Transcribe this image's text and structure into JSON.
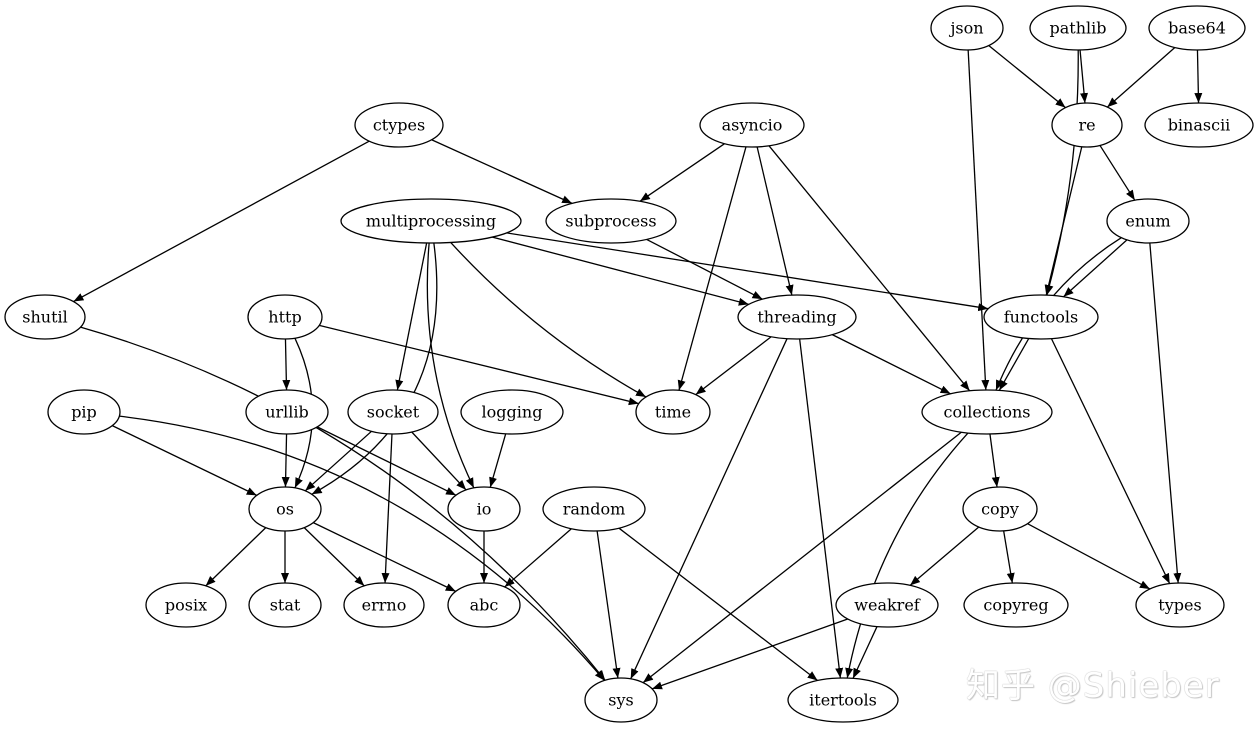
{
  "diagram": {
    "nodes": [
      {
        "id": "json",
        "label": "json"
      },
      {
        "id": "pathlib",
        "label": "pathlib"
      },
      {
        "id": "base64",
        "label": "base64"
      },
      {
        "id": "ctypes",
        "label": "ctypes"
      },
      {
        "id": "asyncio",
        "label": "asyncio"
      },
      {
        "id": "re",
        "label": "re"
      },
      {
        "id": "binascii",
        "label": "binascii"
      },
      {
        "id": "multiprocessing",
        "label": "multiprocessing"
      },
      {
        "id": "subprocess",
        "label": "subprocess"
      },
      {
        "id": "enum",
        "label": "enum"
      },
      {
        "id": "shutil",
        "label": "shutil"
      },
      {
        "id": "http",
        "label": "http"
      },
      {
        "id": "threading",
        "label": "threading"
      },
      {
        "id": "functools",
        "label": "functools"
      },
      {
        "id": "pip",
        "label": "pip"
      },
      {
        "id": "urllib",
        "label": "urllib"
      },
      {
        "id": "socket",
        "label": "socket"
      },
      {
        "id": "logging",
        "label": "logging"
      },
      {
        "id": "time",
        "label": "time"
      },
      {
        "id": "collections",
        "label": "collections"
      },
      {
        "id": "os",
        "label": "os"
      },
      {
        "id": "io",
        "label": "io"
      },
      {
        "id": "random",
        "label": "random"
      },
      {
        "id": "copy",
        "label": "copy"
      },
      {
        "id": "posix",
        "label": "posix"
      },
      {
        "id": "stat",
        "label": "stat"
      },
      {
        "id": "errno",
        "label": "errno"
      },
      {
        "id": "abc",
        "label": "abc"
      },
      {
        "id": "weakref",
        "label": "weakref"
      },
      {
        "id": "copyreg",
        "label": "copyreg"
      },
      {
        "id": "types",
        "label": "types"
      },
      {
        "id": "sys",
        "label": "sys"
      },
      {
        "id": "itertools",
        "label": "itertools"
      }
    ],
    "edges": [
      {
        "from": "json",
        "to": "re"
      },
      {
        "from": "json",
        "to": "collections"
      },
      {
        "from": "pathlib",
        "to": "re"
      },
      {
        "from": "pathlib",
        "to": "functools"
      },
      {
        "from": "base64",
        "to": "re"
      },
      {
        "from": "base64",
        "to": "binascii"
      },
      {
        "from": "re",
        "to": "enum"
      },
      {
        "from": "re",
        "to": "functools"
      },
      {
        "from": "enum",
        "to": "functools"
      },
      {
        "from": "enum",
        "to": "collections"
      },
      {
        "from": "enum",
        "to": "types"
      },
      {
        "from": "ctypes",
        "to": "subprocess"
      },
      {
        "from": "ctypes",
        "to": "shutil"
      },
      {
        "from": "asyncio",
        "to": "subprocess"
      },
      {
        "from": "asyncio",
        "to": "time"
      },
      {
        "from": "asyncio",
        "to": "threading"
      },
      {
        "from": "asyncio",
        "to": "collections"
      },
      {
        "from": "multiprocessing",
        "to": "os"
      },
      {
        "from": "multiprocessing",
        "to": "socket"
      },
      {
        "from": "multiprocessing",
        "to": "io"
      },
      {
        "from": "multiprocessing",
        "to": "time"
      },
      {
        "from": "multiprocessing",
        "to": "threading"
      },
      {
        "from": "multiprocessing",
        "to": "functools"
      },
      {
        "from": "subprocess",
        "to": "threading"
      },
      {
        "from": "threading",
        "to": "time"
      },
      {
        "from": "threading",
        "to": "collections"
      },
      {
        "from": "threading",
        "to": "sys"
      },
      {
        "from": "threading",
        "to": "itertools"
      },
      {
        "from": "functools",
        "to": "collections"
      },
      {
        "from": "functools",
        "to": "types"
      },
      {
        "from": "shutil",
        "to": "sys"
      },
      {
        "from": "http",
        "to": "urllib"
      },
      {
        "from": "http",
        "to": "os"
      },
      {
        "from": "http",
        "to": "time"
      },
      {
        "from": "urllib",
        "to": "os"
      },
      {
        "from": "urllib",
        "to": "io"
      },
      {
        "from": "socket",
        "to": "os"
      },
      {
        "from": "socket",
        "to": "io"
      },
      {
        "from": "socket",
        "to": "errno"
      },
      {
        "from": "logging",
        "to": "io"
      },
      {
        "from": "pip",
        "to": "os"
      },
      {
        "from": "pip",
        "to": "sys"
      },
      {
        "from": "os",
        "to": "posix"
      },
      {
        "from": "os",
        "to": "stat"
      },
      {
        "from": "os",
        "to": "errno"
      },
      {
        "from": "os",
        "to": "abc"
      },
      {
        "from": "io",
        "to": "abc"
      },
      {
        "from": "random",
        "to": "abc"
      },
      {
        "from": "random",
        "to": "sys"
      },
      {
        "from": "random",
        "to": "itertools"
      },
      {
        "from": "collections",
        "to": "copy"
      },
      {
        "from": "collections",
        "to": "sys"
      },
      {
        "from": "collections",
        "to": "itertools"
      },
      {
        "from": "copy",
        "to": "weakref"
      },
      {
        "from": "copy",
        "to": "copyreg"
      },
      {
        "from": "copy",
        "to": "types"
      },
      {
        "from": "weakref",
        "to": "sys"
      },
      {
        "from": "weakref",
        "to": "itertools"
      }
    ]
  },
  "watermark": {
    "text": "知乎 @Shieber"
  }
}
